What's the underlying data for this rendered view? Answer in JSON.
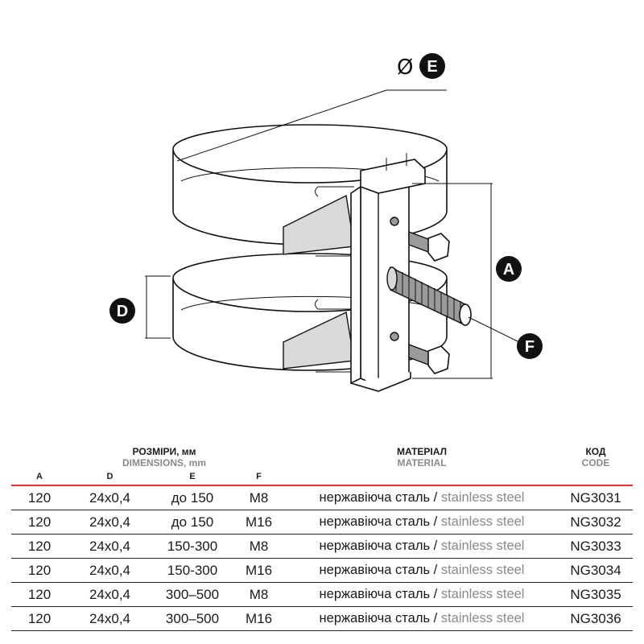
{
  "callouts": {
    "e": "E",
    "a": "A",
    "d": "D",
    "f": "F"
  },
  "diameter_symbol": "Ø",
  "table": {
    "dimensions_ua": "РОЗМІРИ, мм",
    "dimensions_en": "DIMENSIONS, mm",
    "material_ua": "МАТЕРІАЛ",
    "material_en": "MATERIAL",
    "code_ua": "КОД",
    "code_en": "CODE",
    "columns": [
      "A",
      "D",
      "E",
      "F"
    ],
    "material_separator": " / ",
    "rows": [
      {
        "a": "120",
        "d": "24x0,4",
        "e": "до 150",
        "f": "M8",
        "mat_ua": "нержавіюча сталь",
        "mat_en": "stainless steel",
        "code": "NG3031"
      },
      {
        "a": "120",
        "d": "24x0,4",
        "e": "до 150",
        "f": "M16",
        "mat_ua": "нержавіюча сталь",
        "mat_en": "stainless steel",
        "code": "NG3032"
      },
      {
        "a": "120",
        "d": "24x0,4",
        "e": "150-300",
        "f": "M8",
        "mat_ua": "нержавіюча сталь",
        "mat_en": "stainless steel",
        "code": "NG3033"
      },
      {
        "a": "120",
        "d": "24x0,4",
        "e": "150-300",
        "f": "M16",
        "mat_ua": "нержавіюча сталь",
        "mat_en": "stainless steel",
        "code": "NG3034"
      },
      {
        "a": "120",
        "d": "24x0,4",
        "e": "300–500",
        "f": "M8",
        "mat_ua": "нержавіюча сталь",
        "mat_en": "stainless steel",
        "code": "NG3035"
      },
      {
        "a": "120",
        "d": "24x0,4",
        "e": "300–500",
        "f": "M16",
        "mat_ua": "нержавіюча сталь",
        "mat_en": "stainless steel",
        "code": "NG3036"
      }
    ]
  }
}
